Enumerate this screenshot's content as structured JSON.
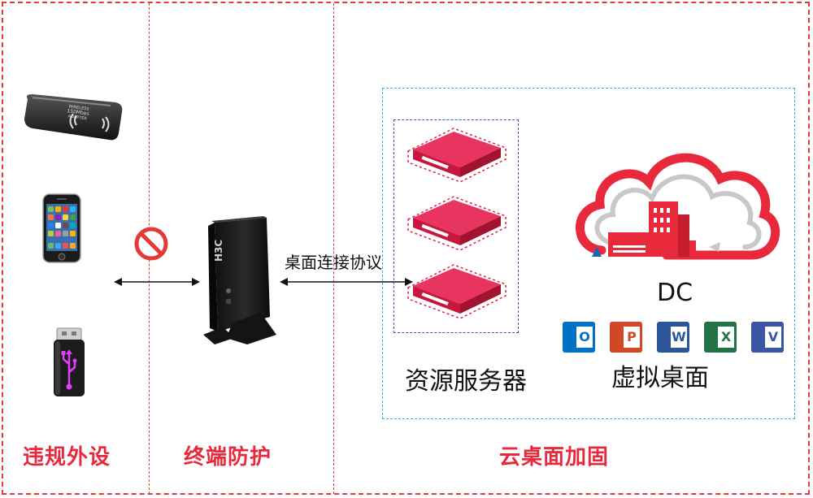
{
  "zones": {
    "left_label": "违规外设",
    "middle_label": "终端防护",
    "right_label": "云桌面加固"
  },
  "connection": {
    "protocol_label": "桌面连接协议"
  },
  "cloud": {
    "dc_label": "DC",
    "resource_server_label": "资源服务器",
    "virtual_desktop_label": "虚拟桌面"
  },
  "device": {
    "brand": "H3C"
  },
  "dongle": {
    "text_lines": [
      "WIRELESS",
      "150Mbps",
      "ADAPTER"
    ]
  },
  "apps": [
    {
      "name": "outlook",
      "letter": "O",
      "color": "#0072c6"
    },
    {
      "name": "powerpoint",
      "letter": "P",
      "color": "#d24726"
    },
    {
      "name": "word",
      "letter": "W",
      "color": "#2b579a"
    },
    {
      "name": "excel",
      "letter": "X",
      "color": "#217346"
    },
    {
      "name": "visio",
      "letter": "V",
      "color": "#3955a3"
    }
  ],
  "colors": {
    "accent_red": "#e8283b",
    "server_red": "#e41f4f",
    "cloud_box_border": "#29b6d6",
    "server_box_border": "#3f51b5"
  }
}
